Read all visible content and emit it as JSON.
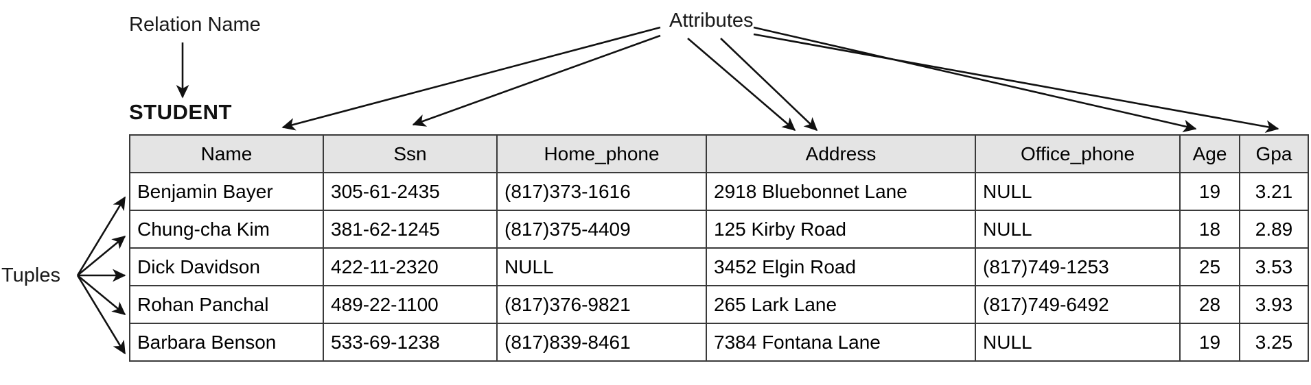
{
  "annotations": {
    "relation_name_label": "Relation Name",
    "attributes_label": "Attributes",
    "tuples_label": "Tuples"
  },
  "relation": {
    "title": "STUDENT",
    "columns": [
      {
        "key": "name",
        "label": "Name"
      },
      {
        "key": "ssn",
        "label": "Ssn"
      },
      {
        "key": "home_phone",
        "label": "Home_phone"
      },
      {
        "key": "address",
        "label": "Address"
      },
      {
        "key": "office_phone",
        "label": "Office_phone"
      },
      {
        "key": "age",
        "label": "Age"
      },
      {
        "key": "gpa",
        "label": "Gpa"
      }
    ],
    "rows": [
      {
        "name": "Benjamin Bayer",
        "ssn": "305-61-2435",
        "home_phone": "(817)373-1616",
        "address": "2918 Bluebonnet Lane",
        "office_phone": "NULL",
        "age": "19",
        "gpa": "3.21"
      },
      {
        "name": "Chung-cha Kim",
        "ssn": "381-62-1245",
        "home_phone": "(817)375-4409",
        "address": "125 Kirby Road",
        "office_phone": "NULL",
        "age": "18",
        "gpa": "2.89"
      },
      {
        "name": "Dick Davidson",
        "ssn": "422-11-2320",
        "home_phone": "NULL",
        "address": "3452 Elgin Road",
        "office_phone": "(817)749-1253",
        "age": "25",
        "gpa": "3.53"
      },
      {
        "name": "Rohan Panchal",
        "ssn": "489-22-1100",
        "home_phone": "(817)376-9821",
        "address": "265 Lark Lane",
        "office_phone": "(817)749-6492",
        "age": "28",
        "gpa": "3.93"
      },
      {
        "name": "Barbara Benson",
        "ssn": "533-69-1238",
        "home_phone": "(817)839-8461",
        "address": "7384 Fontana Lane",
        "office_phone": "NULL",
        "age": "19",
        "gpa": "3.25"
      }
    ]
  },
  "style": {
    "header_fill": "#e4e4e4",
    "border_color": "#3a3a3a",
    "text_color": "#000000",
    "arrow_color": "#111111"
  }
}
